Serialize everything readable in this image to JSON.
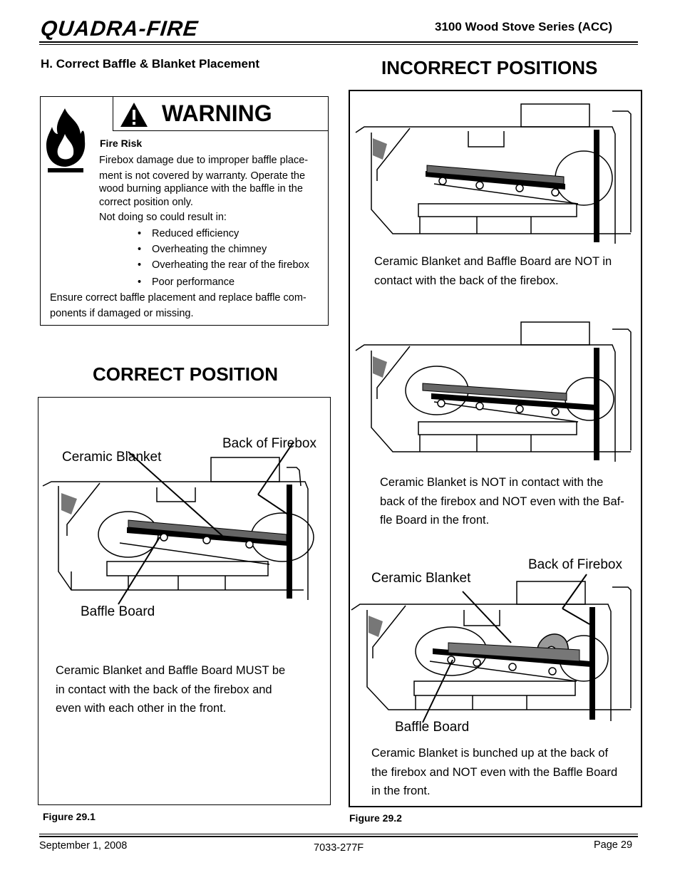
{
  "header": {
    "brand": "QUADRA-FIRE",
    "series": "3100 Wood Stove Series (ACC)"
  },
  "section_title": "H.  Correct Baffle & Blanket Placement",
  "warning": {
    "title": "WARNING",
    "subtitle": "Fire Risk",
    "line1": "Firebox damage due to improper baffle place-",
    "line2": "ment is not covered by warranty. Operate the",
    "line3": "wood burning appliance with the baffle in the",
    "line4": "correct position only.",
    "line5": "Not doing so could result in:",
    "bullets": [
      "Reduced efficiency",
      "Overheating the chimney",
      "Overheating the rear of the firebox",
      "Poor performance"
    ],
    "footer1": "Ensure correct baffle placement and replace baffle com-",
    "footer2": "ponents if damaged or missing."
  },
  "correct": {
    "title": "CORRECT POSITION",
    "label_back": "Back of Firebox",
    "label_blanket": "Ceramic Blanket",
    "label_baffle": "Baffle Board",
    "caption1": "Ceramic Blanket and Baffle Board MUST be",
    "caption2": "in contact with the back of the firebox and",
    "caption3": "even with each other in the front.",
    "figure": "Figure 29.1"
  },
  "incorrect": {
    "title": "INCORRECT POSITIONS",
    "cap1_l1": "Ceramic Blanket and Baffle Board are NOT in",
    "cap1_l2": "contact with the back of the firebox.",
    "cap2_l1": "Ceramic Blanket is NOT in contact with the",
    "cap2_l2": "back of the firebox and NOT even with the Baf-",
    "cap2_l3": "fle Board in the front.",
    "label_back": "Back of Firebox",
    "label_blanket": "Ceramic Blanket",
    "label_baffle": "Baffle Board",
    "cap3_l1": "Ceramic Blanket is bunched up at the back of",
    "cap3_l2": "the firebox and NOT even with the Baffle Board",
    "cap3_l3": "in the front.",
    "figure": "Figure 29.2"
  },
  "footer": {
    "date": "September 1, 2008",
    "doc": "7033-277F",
    "page": "Page  29"
  }
}
